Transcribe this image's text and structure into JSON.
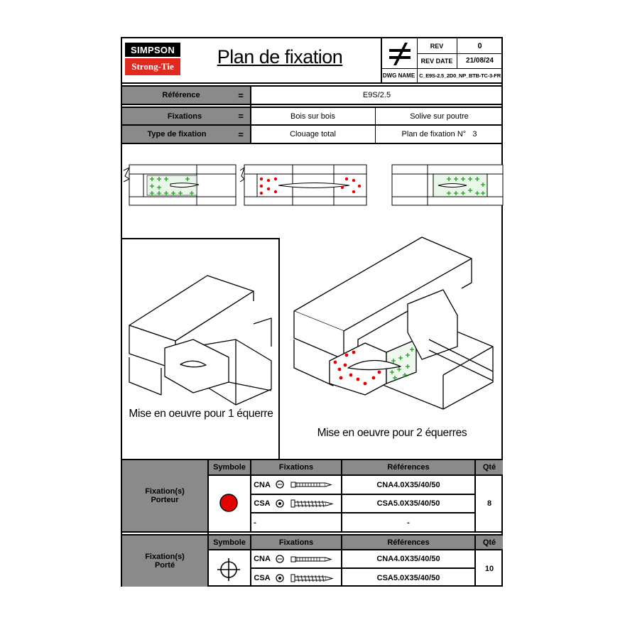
{
  "header": {
    "logo_top": "SIMPSON",
    "logo_bottom": "Strong-Tie",
    "title": "Plan de fixation",
    "rev_label": "REV",
    "rev_value": "0",
    "rev_date_label": "REV DATE",
    "rev_date_value": "21/08/24",
    "dwg_label": "DWG NAME",
    "dwg_value": "C_E9S-2.5_2D0_NP_BTB-TC-3-FR"
  },
  "info": {
    "rows": [
      {
        "label": "Référence",
        "eq": "=",
        "value": "E9S/2.5",
        "extra": ""
      },
      {
        "label": "Fixations",
        "eq": "=",
        "value": "Bois sur bois",
        "extra": "Solive sur poutre"
      },
      {
        "label": "Type de fixation",
        "eq": "=",
        "value": "Clouage total",
        "extra": "Plan de fixation N°   3"
      }
    ]
  },
  "captions": {
    "one": "Mise en oeuvre pour 1 équerre",
    "two": "Mise en oeuvre pour 2 équerres"
  },
  "porteur": {
    "label_line1": "Fixation(s)",
    "label_line2": "Porteur",
    "headers": {
      "symbole": "Symbole",
      "fixations": "Fixations",
      "references": "Références",
      "qte": "Qté"
    },
    "rows": [
      {
        "type": "CNA",
        "ref": "CNA4.0X35/40/50"
      },
      {
        "type": "CSA",
        "ref": "CSA5.0X35/40/50"
      },
      {
        "type": "-",
        "ref": "-"
      }
    ],
    "qty": "8",
    "symbol_color": "#e60000"
  },
  "porte": {
    "label_line1": "Fixation(s)",
    "label_line2": "Porté",
    "headers": {
      "symbole": "Symbole",
      "fixations": "Fixations",
      "references": "Références",
      "qte": "Qté"
    },
    "rows": [
      {
        "type": "CNA",
        "ref": "CNA4.0X35/40/50"
      },
      {
        "type": "CSA",
        "ref": "CSA5.0X35/40/50"
      }
    ],
    "qty": "10",
    "symbol_color": "#1a9e1a"
  },
  "icons": [
    "not-equal-icon",
    "nail-icon",
    "screw-icon",
    "red-dot-icon",
    "green-crosshair-icon"
  ]
}
